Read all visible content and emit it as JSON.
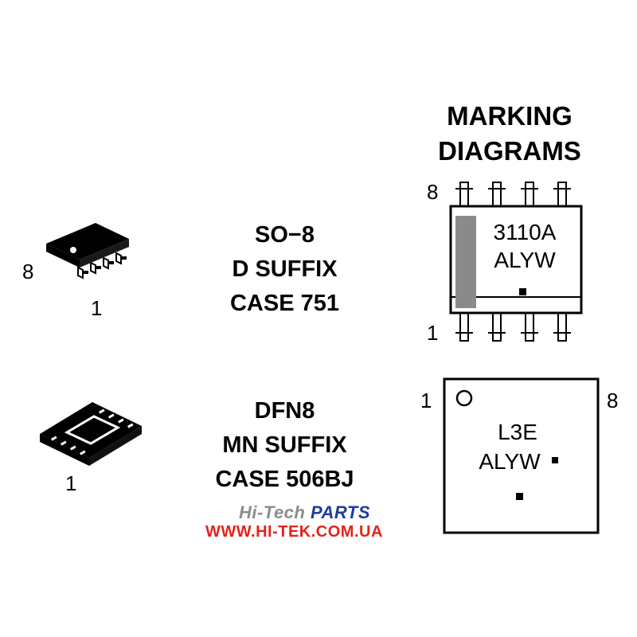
{
  "marking_title": {
    "line1": "MARKING",
    "line2": "DIAGRAMS"
  },
  "packages": [
    {
      "line1": "SO−8",
      "line2": "D SUFFIX",
      "line3": "CASE 751",
      "pin_a": "8",
      "pin_b": "1"
    },
    {
      "line1": "DFN8",
      "line2": "MN SUFFIX",
      "line3": "CASE 506BJ",
      "pin_b": "1"
    }
  ],
  "so8_marking": {
    "line1": "3110A",
    "line2": "ALYW",
    "pin_top": "8",
    "pin_bottom": "1"
  },
  "dfn8_marking": {
    "line1": "L3E",
    "line2": "ALYW",
    "pin_left": "1",
    "pin_right": "8"
  },
  "watermark": {
    "brand_a": "Hi-Tech",
    "brand_b": "PARTS",
    "url": "WWW.HI-TEK.COM.UA",
    "colors": {
      "hitech": "#8c8c8c",
      "parts": "#1f3c9c",
      "url": "#e2231a"
    }
  }
}
